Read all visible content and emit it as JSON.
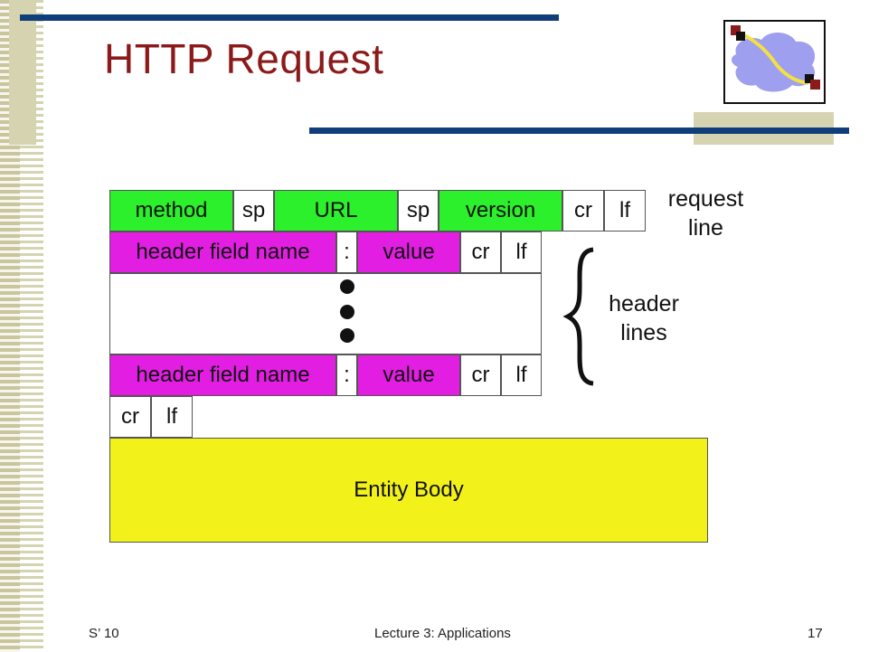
{
  "slide": {
    "title": "HTTP Request",
    "footer": {
      "left": "S’ 10",
      "center": "Lecture 3: Applications",
      "page": "17"
    }
  },
  "diagram": {
    "request_line": {
      "fields": [
        "method",
        "sp",
        "URL",
        "sp",
        "version",
        "cr",
        "lf"
      ],
      "label_1": "request",
      "label_2": "line"
    },
    "header_line": {
      "name": "header field name",
      "colon": ":",
      "value": "value",
      "cr": "cr",
      "lf": "lf"
    },
    "header_lines_label_1": "header",
    "header_lines_label_2": "lines",
    "blank_line": {
      "cr": "cr",
      "lf": "lf"
    },
    "entity_body": "Entity Body"
  },
  "colors": {
    "green": "#2bf02b",
    "magenta": "#e11ee1",
    "yellow": "#f2f21a",
    "title": "#8b1a1a",
    "accent_bar": "#0f3e7a"
  },
  "icons": [
    "network-cloud-icon"
  ]
}
